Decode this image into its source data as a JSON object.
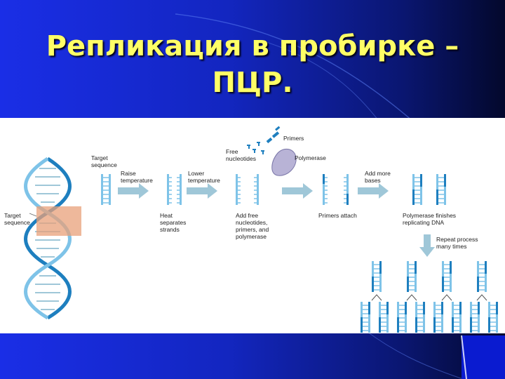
{
  "slide": {
    "title_line1": "Репликация в пробирке –",
    "title_line2": "ПЦР."
  },
  "figure": {
    "labels": {
      "target_sequence_left_1": "Target",
      "target_sequence_left_2": "sequence",
      "target_top_1": "Target",
      "target_top_2": "sequence",
      "raise_1": "Raise",
      "raise_2": "temperature",
      "heat_1": "Heat",
      "heat_2": "separates",
      "heat_3": "strands",
      "lower_1": "Lower",
      "lower_2": "temperature",
      "free_1": "Free",
      "free_2": "nucleotides",
      "primers": "Primers",
      "polymerase": "Polymerase",
      "add_free_1": "Add free",
      "add_free_2": "nucleotides,",
      "add_free_3": "primers, and",
      "add_free_4": "polymerase",
      "primers_attach": "Primers attach",
      "add_more_1": "Add more",
      "add_more_2": "bases",
      "finish_1": "Polymerase finishes",
      "finish_2": "replicating DNA",
      "repeat_1": "Repeat process",
      "repeat_2": "many times"
    }
  },
  "colors": {
    "slide_blue": "#1a2ee6",
    "title_yellow": "#ffff66",
    "strand_light": "#7ec3e8",
    "strand_dark": "#1e7fbf",
    "arrow": "#9fc7d8",
    "highlight": "#e8a07a",
    "polymerase": "#b8b3d6"
  }
}
